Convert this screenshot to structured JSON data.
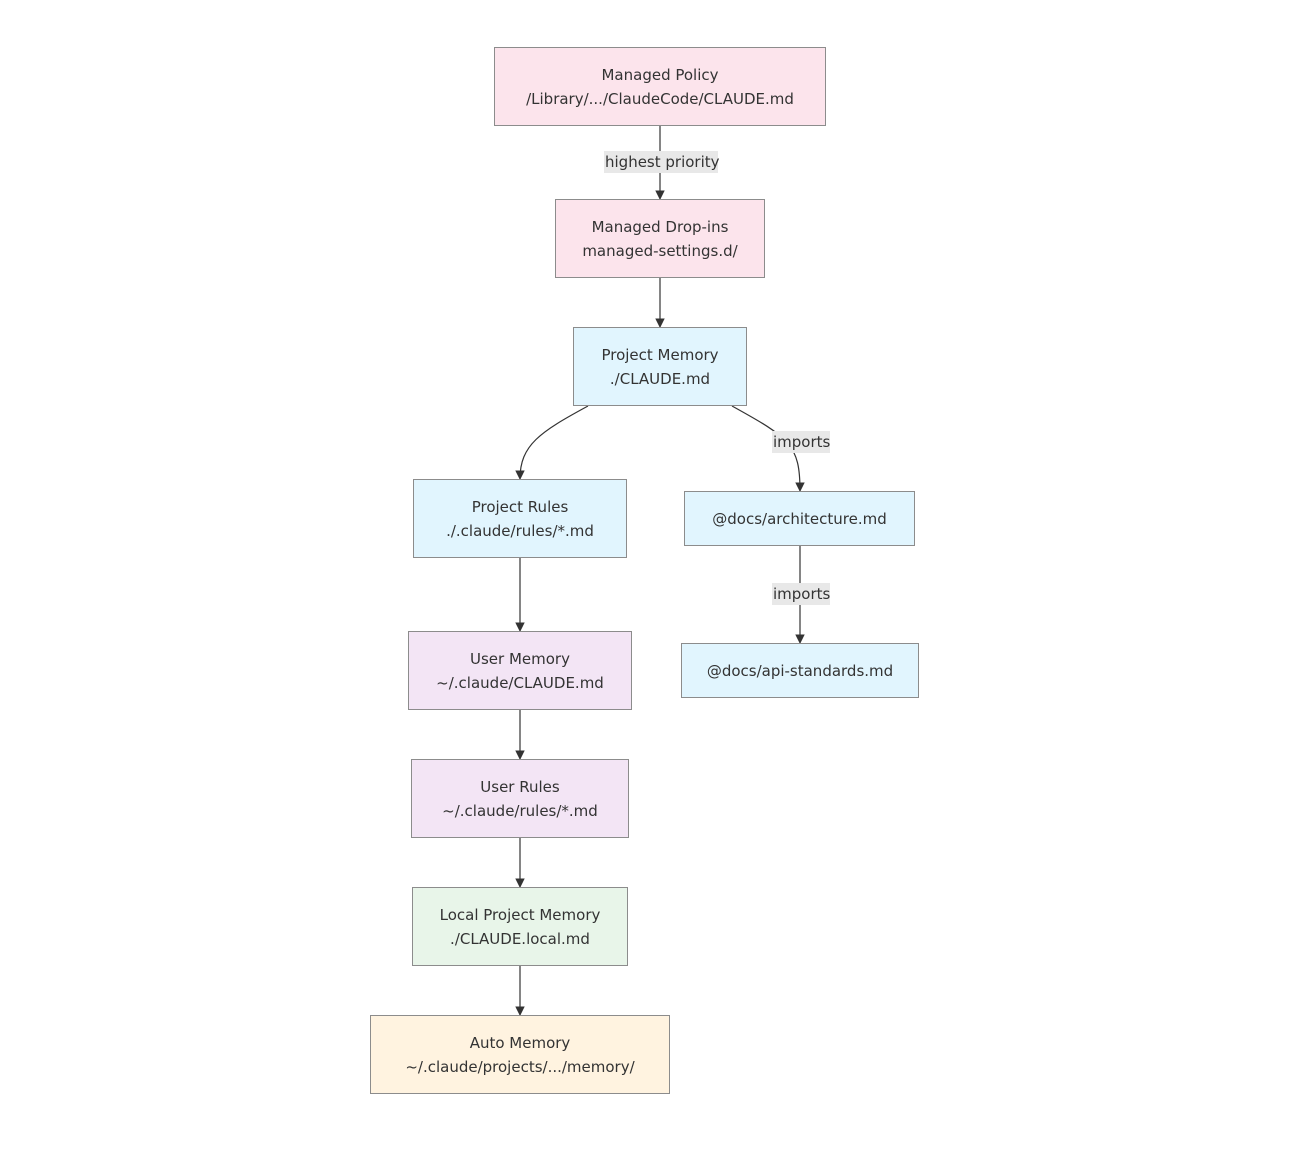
{
  "nodes": {
    "managed_policy": {
      "title": "Managed Policy",
      "path": "/Library/.../ClaudeCode/CLAUDE.md"
    },
    "managed_dropins": {
      "title": "Managed Drop-ins",
      "path": "managed-settings.d/"
    },
    "project_memory": {
      "title": "Project Memory",
      "path": "./CLAUDE.md"
    },
    "project_rules": {
      "title": "Project Rules",
      "path": "./.claude/rules/*.md"
    },
    "architecture": {
      "title": "@docs/architecture.md"
    },
    "api_standards": {
      "title": "@docs/api-standards.md"
    },
    "user_memory": {
      "title": "User Memory",
      "path": "~/.claude/CLAUDE.md"
    },
    "user_rules": {
      "title": "User Rules",
      "path": "~/.claude/rules/*.md"
    },
    "local_memory": {
      "title": "Local Project Memory",
      "path": "./CLAUDE.local.md"
    },
    "auto_memory": {
      "title": "Auto Memory",
      "path": "~/.claude/projects/.../memory/"
    }
  },
  "edges": {
    "policy_to_dropins": "highest priority",
    "project_to_architecture": "imports",
    "architecture_to_api": "imports"
  },
  "colors": {
    "managed": "#fce4ec",
    "project": "#e1f5fe",
    "user": "#f3e5f5",
    "local": "#e8f5e9",
    "auto": "#fff3e0",
    "stroke": "#8c8c8c",
    "line": "#333333"
  }
}
